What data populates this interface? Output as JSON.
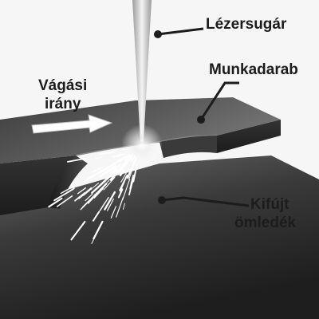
{
  "labels": {
    "laser_beam": "Lézersugár",
    "workpiece": "Munkadarab",
    "cutting_direction_line1": "Vágási",
    "cutting_direction_line2": "irány",
    "ejected_melt_line1": "Kifújt",
    "ejected_melt_line2": "ömledék"
  },
  "colors": {
    "background": "#f6f6f6",
    "label_text": "#1c1c1c",
    "leader_line": "#1c1c1c",
    "workpiece_top": "#555555",
    "workpiece_side": "#2b2b2b",
    "beam": "#e6e6e6",
    "sparks": "#ffffff",
    "arrow": "#ffffff"
  },
  "icons": {
    "direction_arrow": "right-arrow-icon",
    "leader_dot": "dot-marker"
  }
}
